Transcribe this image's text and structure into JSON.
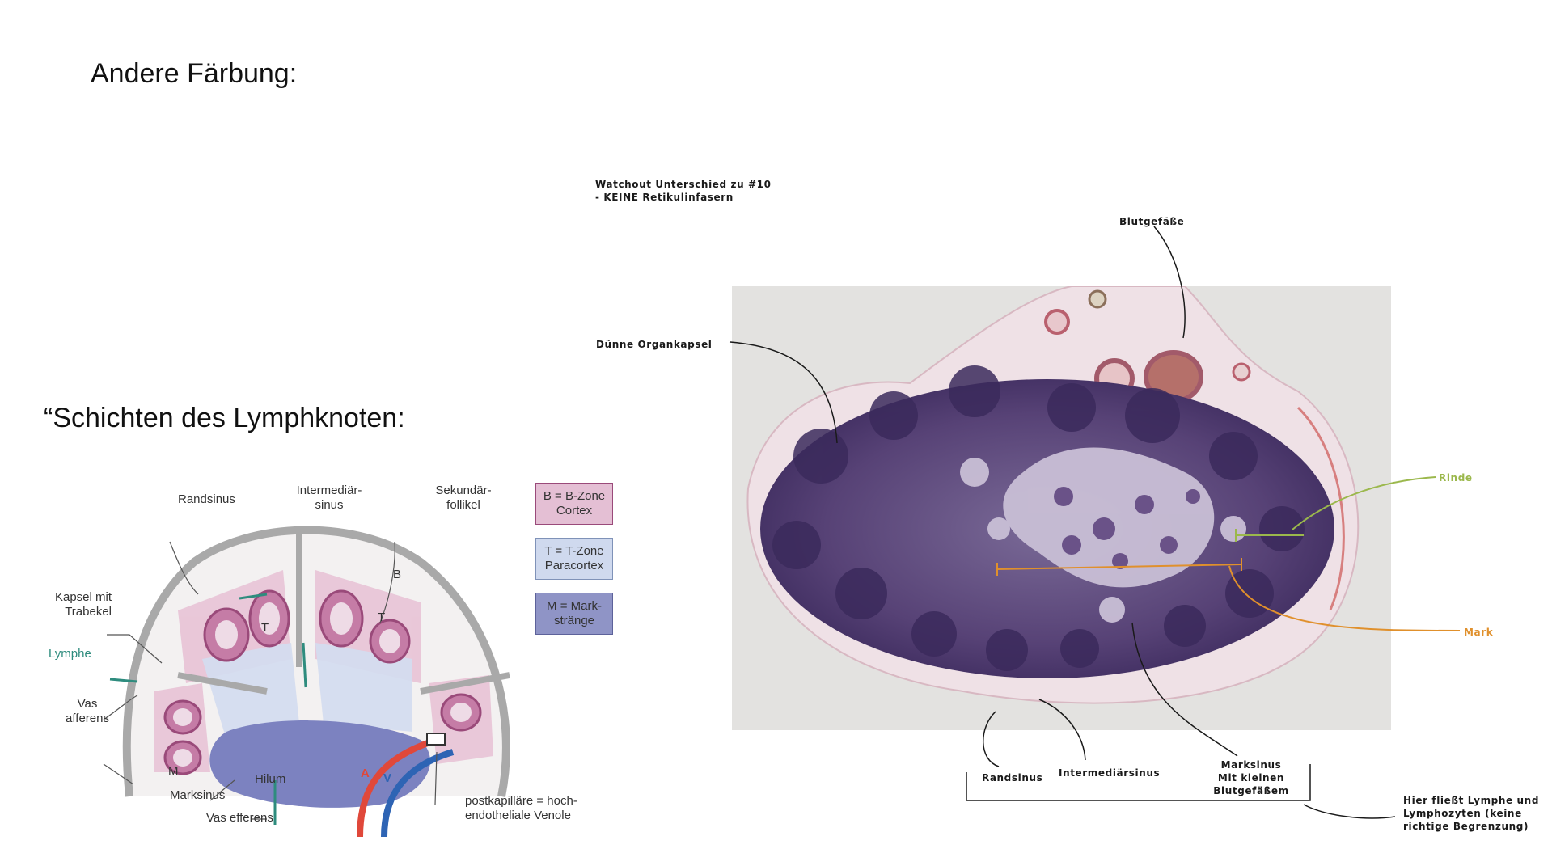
{
  "title": "Andere Färbung:",
  "subtitle": "“Schichten des Lymphknoten:",
  "annotations": {
    "note_line1": "Watchout Unterschied zu #10",
    "note_line2": "- KEINE Retikulinfasern",
    "blutgefaesse": "Blutgefäße",
    "organkapsel": "Dünne Organkapsel",
    "rinde": "Rinde",
    "mark": "Mark",
    "randsinus": "Randsinus",
    "intermediaersinus": "Intermediärsinus",
    "marksinus_line1": "Marksinus",
    "marksinus_line2": "Mit kleinen",
    "marksinus_line3": "Blutgefäßem",
    "flow_line1": "Hier fließt Lymphe und",
    "flow_line2": "Lymphozyten (keine",
    "flow_line3": "richtige Begrenzung)"
  },
  "schema": {
    "legend": {
      "b_line1": "B = B-Zone",
      "b_line2": "Cortex",
      "t_line1": "T = T-Zone",
      "t_line2": "Paracortex",
      "m_line1": "M = Mark-",
      "m_line2": "stränge"
    },
    "labels": {
      "randsinus": "Randsinus",
      "intermediaer_line1": "Intermediär-",
      "intermediaer_line2": "sinus",
      "sekundaer_line1": "Sekundär-",
      "sekundaer_line2": "follikel",
      "kapsel_line1": "Kapsel mit",
      "kapsel_line2": "Trabekel",
      "lymphe": "Lymphe",
      "vas_afferens_line1": "Vas",
      "vas_afferens_line2": "afferens",
      "m": "M",
      "marksinus": "Marksinus",
      "hilum": "Hilum",
      "vas_efferens": "Vas efferens",
      "a": "A",
      "v": "V",
      "b": "B",
      "t1": "T",
      "t2": "T",
      "hev_line1": "postkapilläre = hoch-",
      "hev_line2": "endotheliale Venole"
    }
  },
  "colors": {
    "lymphe": "#2e8c7e",
    "rinde_line": "#9bb84c",
    "mark_line": "#e0902c",
    "tissue_purple": "#4f3a78",
    "artery": "#e0483a",
    "vein": "#2e64b4"
  }
}
